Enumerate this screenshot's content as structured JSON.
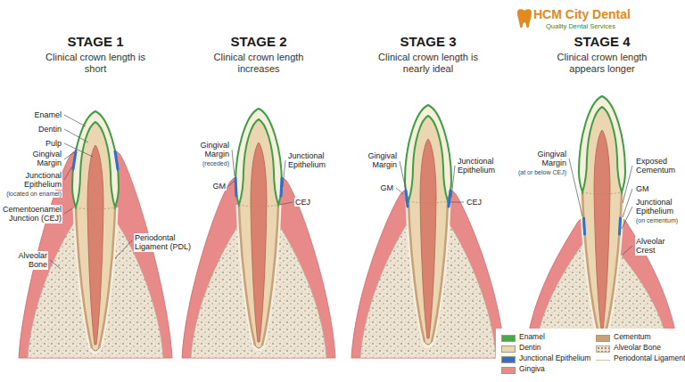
{
  "diagram": {
    "labels": [
      "STAGE 1",
      "Clinical crown length is short",
      "Enamel",
      "Dentin",
      "Pulp",
      "Gingival Margin",
      "Junctional Epithelium",
      "(located on enamel)",
      "Cementoenamel Junction (CEJ)",
      "Alveolar Bone",
      "Periodontal Ligament (PDL)",
      "STAGE 2",
      "Clinical crown length increases",
      "Gingival Margin",
      "(receded)",
      "GM",
      "Junctional Epithelium",
      "CEJ",
      "STAGE 3",
      "Clinical crown length is nearly ideal",
      "Gingival Margin",
      "GM",
      "Junctional Epithelium",
      "CEJ",
      "STAGE 4",
      "Clinical crown length appears longer",
      "Gingival Margin",
      "(at or below CEJ)",
      "Exposed Cementum",
      "GM",
      "Junctional Epithelium",
      "(on cementum)",
      "Alveolar Crest",
      "HCM City Dental",
      "Quality Dental Services"
    ],
    "legend": [
      {
        "text": "Enamel",
        "color": "#4aa84a"
      },
      {
        "text": "Dentin",
        "color": "#ead7b2"
      },
      {
        "text": "Junctional Epithelium",
        "color": "#2f6fcf"
      },
      {
        "text": "Gingiva",
        "color": "#e8898a"
      },
      {
        "text": "Cementum",
        "color": "#c9a078"
      },
      {
        "text": "Alveolar Bone"
      },
      {
        "text": "Periodontal Ligament"
      }
    ]
  }
}
